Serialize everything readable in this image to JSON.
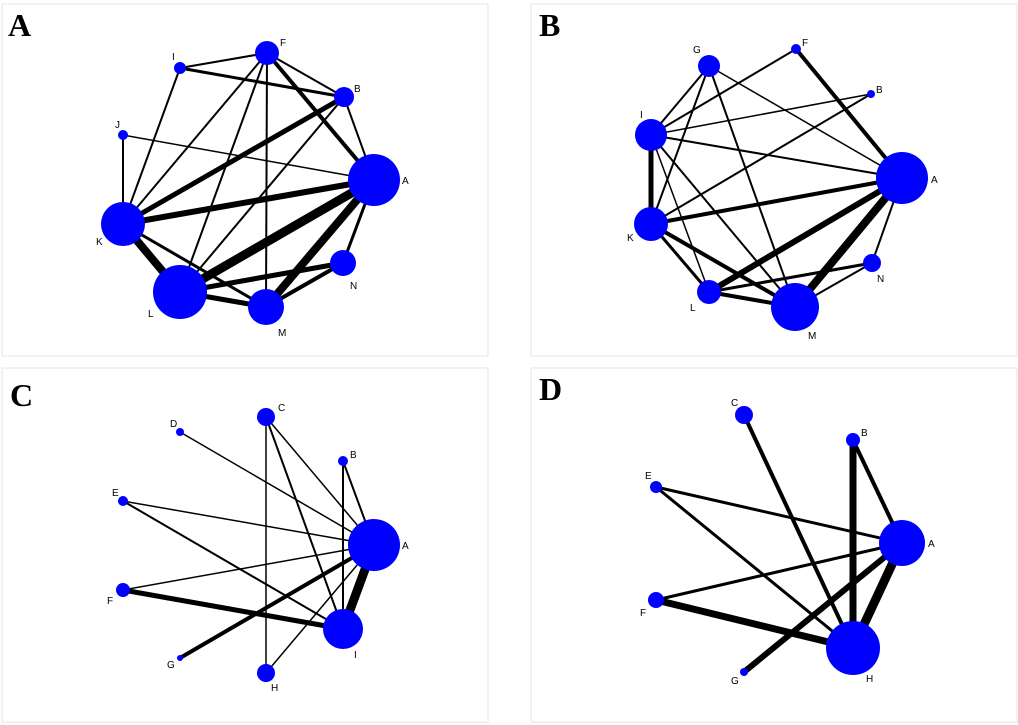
{
  "figure": {
    "panels": [
      {
        "id": "A",
        "letter": "A",
        "nodes": [
          {
            "id": "F",
            "label": "F",
            "size": 2
          },
          {
            "id": "I",
            "label": "I",
            "size": 1
          },
          {
            "id": "B",
            "label": "B",
            "size": 1.5
          },
          {
            "id": "J",
            "label": "J",
            "size": 0.8
          },
          {
            "id": "A",
            "label": "A",
            "size": 5
          },
          {
            "id": "K",
            "label": "K",
            "size": 3.5
          },
          {
            "id": "N",
            "label": "N",
            "size": 2
          },
          {
            "id": "L",
            "label": "L",
            "size": 5.5
          },
          {
            "id": "M",
            "label": "M",
            "size": 3
          }
        ],
        "edges": [
          {
            "source": "I",
            "target": "F",
            "weight": 2
          },
          {
            "source": "I",
            "target": "B",
            "weight": 3
          },
          {
            "source": "F",
            "target": "B",
            "weight": 2
          },
          {
            "source": "F",
            "target": "A",
            "weight": 4
          },
          {
            "source": "I",
            "target": "K",
            "weight": 2
          },
          {
            "source": "J",
            "target": "K",
            "weight": 2
          },
          {
            "source": "J",
            "target": "A",
            "weight": 1.5
          },
          {
            "source": "B",
            "target": "K",
            "weight": 5
          },
          {
            "source": "B",
            "target": "L",
            "weight": 2
          },
          {
            "source": "F",
            "target": "K",
            "weight": 2
          },
          {
            "source": "F",
            "target": "L",
            "weight": 2
          },
          {
            "source": "F",
            "target": "M",
            "weight": 2
          },
          {
            "source": "K",
            "target": "A",
            "weight": 6
          },
          {
            "source": "K",
            "target": "L",
            "weight": 8
          },
          {
            "source": "K",
            "target": "M",
            "weight": 3
          },
          {
            "source": "L",
            "target": "A",
            "weight": 9
          },
          {
            "source": "L",
            "target": "N",
            "weight": 5
          },
          {
            "source": "L",
            "target": "M",
            "weight": 5
          },
          {
            "source": "M",
            "target": "A",
            "weight": 8
          },
          {
            "source": "M",
            "target": "N",
            "weight": 4
          },
          {
            "source": "N",
            "target": "A",
            "weight": 3
          },
          {
            "source": "A",
            "target": "B",
            "weight": 2
          }
        ]
      },
      {
        "id": "B",
        "letter": "B",
        "nodes": [
          {
            "id": "G",
            "label": "G",
            "size": 2
          },
          {
            "id": "F",
            "label": "F",
            "size": 0.8
          },
          {
            "id": "B",
            "label": "B",
            "size": 0.7
          },
          {
            "id": "I",
            "label": "I",
            "size": 3
          },
          {
            "id": "A",
            "label": "A",
            "size": 5
          },
          {
            "id": "K",
            "label": "K",
            "size": 3
          },
          {
            "id": "N",
            "label": "N",
            "size": 1.6
          },
          {
            "id": "L",
            "label": "L",
            "size": 2.2
          },
          {
            "id": "M",
            "label": "M",
            "size": 4.5
          }
        ],
        "edges": [
          {
            "source": "G",
            "target": "I",
            "weight": 2
          },
          {
            "source": "G",
            "target": "K",
            "weight": 2
          },
          {
            "source": "G",
            "target": "A",
            "weight": 1.5
          },
          {
            "source": "G",
            "target": "M",
            "weight": 2
          },
          {
            "source": "F",
            "target": "I",
            "weight": 2
          },
          {
            "source": "F",
            "target": "A",
            "weight": 4
          },
          {
            "source": "B",
            "target": "I",
            "weight": 1.5
          },
          {
            "source": "B",
            "target": "K",
            "weight": 2
          },
          {
            "source": "I",
            "target": "K",
            "weight": 5
          },
          {
            "source": "I",
            "target": "A",
            "weight": 2
          },
          {
            "source": "I",
            "target": "M",
            "weight": 2
          },
          {
            "source": "I",
            "target": "L",
            "weight": 1.5
          },
          {
            "source": "K",
            "target": "A",
            "weight": 4
          },
          {
            "source": "K",
            "target": "L",
            "weight": 3
          },
          {
            "source": "K",
            "target": "M",
            "weight": 4
          },
          {
            "source": "L",
            "target": "A",
            "weight": 6
          },
          {
            "source": "L",
            "target": "M",
            "weight": 4
          },
          {
            "source": "L",
            "target": "N",
            "weight": 3
          },
          {
            "source": "M",
            "target": "A",
            "weight": 8
          },
          {
            "source": "M",
            "target": "N",
            "weight": 2
          },
          {
            "source": "N",
            "target": "A",
            "weight": 2
          }
        ]
      },
      {
        "id": "C",
        "letter": "C",
        "nodes": [
          {
            "id": "C",
            "label": "C",
            "size": 1.5
          },
          {
            "id": "D",
            "label": "D",
            "size": 0.7
          },
          {
            "id": "B",
            "label": "B",
            "size": 0.8
          },
          {
            "id": "E",
            "label": "E",
            "size": 0.9
          },
          {
            "id": "A",
            "label": "A",
            "size": 5
          },
          {
            "id": "F",
            "label": "F",
            "size": 1.2
          },
          {
            "id": "I",
            "label": "I",
            "size": 3
          },
          {
            "id": "G",
            "label": "G",
            "size": 0.5
          },
          {
            "id": "H",
            "label": "H",
            "size": 1.5
          }
        ],
        "edges": [
          {
            "source": "D",
            "target": "A",
            "weight": 1.5
          },
          {
            "source": "C",
            "target": "H",
            "weight": 1.5
          },
          {
            "source": "C",
            "target": "I",
            "weight": 2
          },
          {
            "source": "C",
            "target": "A",
            "weight": 1.5
          },
          {
            "source": "B",
            "target": "A",
            "weight": 2
          },
          {
            "source": "B",
            "target": "I",
            "weight": 2
          },
          {
            "source": "E",
            "target": "A",
            "weight": 1.5
          },
          {
            "source": "E",
            "target": "I",
            "weight": 2
          },
          {
            "source": "F",
            "target": "A",
            "weight": 1.5
          },
          {
            "source": "F",
            "target": "I",
            "weight": 5
          },
          {
            "source": "G",
            "target": "A",
            "weight": 4
          },
          {
            "source": "H",
            "target": "A",
            "weight": 1.5
          },
          {
            "source": "I",
            "target": "A",
            "weight": 9
          }
        ]
      },
      {
        "id": "D",
        "letter": "D",
        "nodes": [
          {
            "id": "C",
            "label": "C",
            "size": 1.5
          },
          {
            "id": "B",
            "label": "B",
            "size": 1.2
          },
          {
            "id": "E",
            "label": "E",
            "size": 1
          },
          {
            "id": "A",
            "label": "A",
            "size": 4
          },
          {
            "id": "F",
            "label": "F",
            "size": 1.5
          },
          {
            "id": "H",
            "label": "H",
            "size": 5.5
          },
          {
            "id": "G",
            "label": "G",
            "size": 0.6
          }
        ],
        "edges": [
          {
            "source": "C",
            "target": "H",
            "weight": 4
          },
          {
            "source": "B",
            "target": "H",
            "weight": 7
          },
          {
            "source": "B",
            "target": "A",
            "weight": 4
          },
          {
            "source": "E",
            "target": "A",
            "weight": 3
          },
          {
            "source": "E",
            "target": "H",
            "weight": 3
          },
          {
            "source": "F",
            "target": "A",
            "weight": 3
          },
          {
            "source": "F",
            "target": "H",
            "weight": 7
          },
          {
            "source": "G",
            "target": "A",
            "weight": 6
          },
          {
            "source": "H",
            "target": "A",
            "weight": 9
          }
        ]
      }
    ]
  }
}
